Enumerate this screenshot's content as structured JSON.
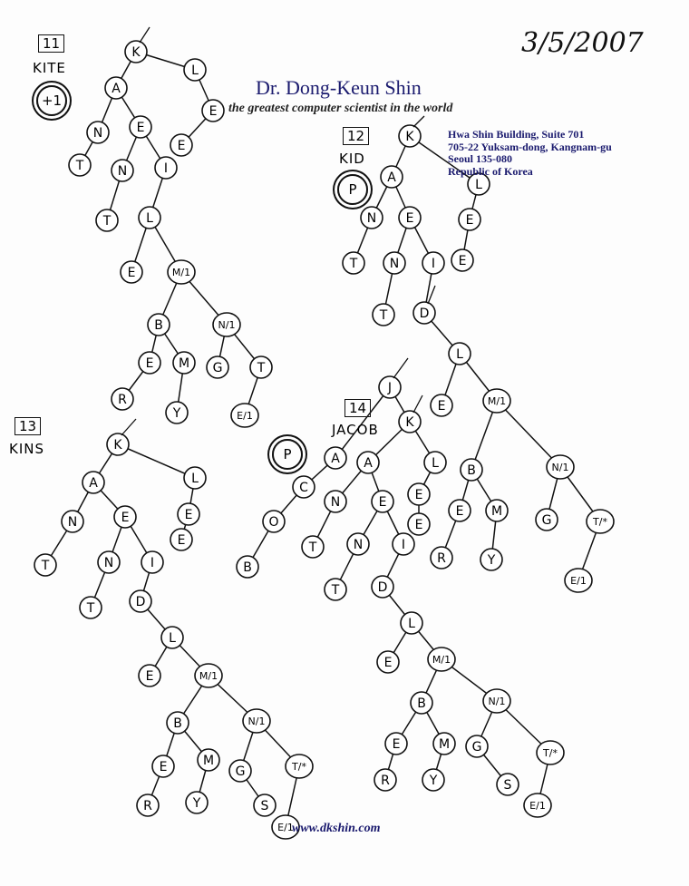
{
  "letterhead": {
    "name": "Dr. Dong-Keun Shin",
    "tagline": "the greatest computer scientist in the world",
    "address": [
      "Hwa Shin Building, Suite 701",
      "705-22 Yuksam-dong, Kangnam-gu",
      "Seoul 135-080",
      "Republic of Korea"
    ],
    "website": "www.dkshin.com"
  },
  "date": "3/5/2007",
  "annotations": [
    {
      "number": "11",
      "word": "KITE",
      "mark": "+1"
    },
    {
      "number": "12",
      "word": "KID",
      "mark": "P"
    },
    {
      "number": "13",
      "word": "KINS"
    },
    {
      "number": "14",
      "word": "JACOB",
      "mark": "P"
    }
  ],
  "trees": {
    "kite": [
      "K",
      "L",
      "A",
      "E",
      "N",
      "E",
      "E",
      "T",
      "N",
      "I",
      "T",
      "L",
      "E",
      "M/1",
      "B",
      "N/1",
      "E",
      "M",
      "G",
      "T",
      "R",
      "Y",
      "E/1"
    ],
    "kid": [
      "K",
      "A",
      "L",
      "N",
      "E",
      "E",
      "T",
      "N",
      "I",
      "E",
      "T",
      "D",
      "L",
      "E",
      "M/1",
      "B",
      "N/1",
      "E",
      "M",
      "G",
      "T/*",
      "R",
      "Y",
      "E/1"
    ],
    "jacob": [
      "J",
      "K",
      "A",
      "C",
      "O",
      "B",
      "A",
      "L",
      "N",
      "E",
      "E",
      "E",
      "T",
      "N",
      "I",
      "T",
      "D",
      "L",
      "E",
      "M/1",
      "B",
      "N/1",
      "E",
      "M",
      "G",
      "T/*",
      "R",
      "Y",
      "S",
      "E/1"
    ],
    "kins": [
      "K",
      "A",
      "L",
      "N",
      "E",
      "E",
      "E",
      "T",
      "N",
      "I",
      "T",
      "D",
      "L",
      "E",
      "M/1",
      "B",
      "N/1",
      "E",
      "M",
      "G",
      "T/*",
      "R",
      "Y",
      "S",
      "E/1"
    ]
  }
}
